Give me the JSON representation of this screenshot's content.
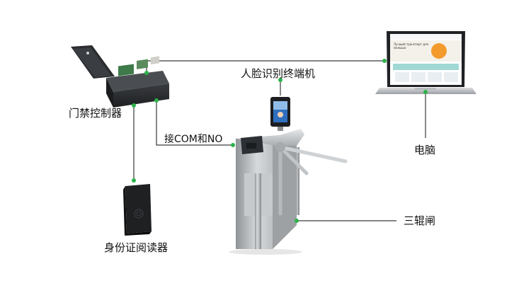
{
  "labels": {
    "access_controller": "门禁控制器",
    "face_terminal": "人脸识别终端机",
    "wiring_note": "接COM和NO",
    "computer": "电脑",
    "tripod_turnstile": "三辊闸",
    "id_card_reader": "身份证阅读器"
  },
  "screen": {
    "headline": "Лучший транспорт для малыша"
  },
  "colors": {
    "line": "#3a3a3a",
    "node": "#2bb34a",
    "steel": "#b9bdc0",
    "dark_panel": "#2c2f33",
    "brand_orange": "#f39a2d"
  }
}
